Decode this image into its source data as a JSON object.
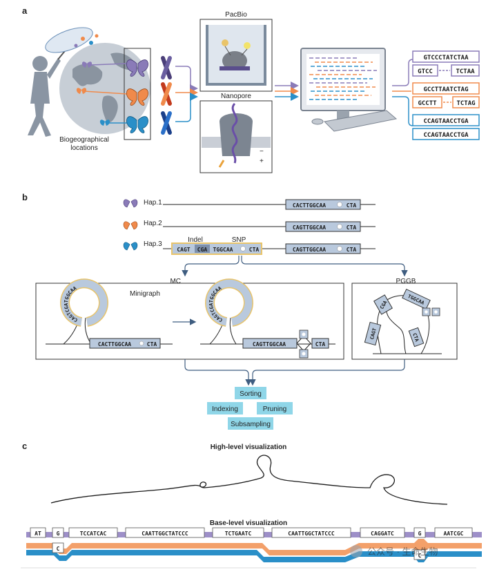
{
  "panels": {
    "a": "a",
    "b": "b",
    "c": "c"
  },
  "panel_a": {
    "location_label_1": "Biogeographical",
    "location_label_2": "locations",
    "pacbio": "PacBio",
    "nanopore": "Nanopore",
    "reads": [
      [
        "GTCCCTATCTAA",
        "GTCC",
        "TCTAA"
      ],
      [
        "GCCTTAATCTAG",
        "GCCTT",
        "TCTAG"
      ],
      [
        "CCAGTAACCTGA",
        "CCAGTAACCTGA"
      ]
    ]
  },
  "panel_b": {
    "haplotypes": [
      "Hap.1",
      "Hap.2",
      "Hap.3"
    ],
    "hap_seqs": [
      "CACTTGGCAA",
      "CAGTTGGCAA",
      "CAGTTGGCAA"
    ],
    "hap_tail": "CTA",
    "hap3_var_prefix": "CAGT",
    "hap3_var_indel": "CGA",
    "hap3_var_suffix": "TGGCAA",
    "indel": "Indel",
    "snp": "SNP",
    "mc": "MC",
    "pggb": "PGGB",
    "minigraph": "Minigraph",
    "mg_left_seq": "CACTTGGCAA",
    "mg_left_tail": "CTA",
    "mg_right_seq": "CAGTTGGCAA",
    "mg_right_tail": "CTA",
    "loop_seq": "CAGTCGATGGCAA",
    "loop_tail": "CTA",
    "pggb_cga": "CGA",
    "pggb_tgg": "TGGCAA",
    "pggb_cagt": "CAGT",
    "pggb_cta": "CTA",
    "steps": [
      "Sorting",
      "Indexing",
      "Pruning",
      "Subsampling"
    ]
  },
  "panel_c": {
    "high_level": "High-level visualization",
    "base_level": "Base-level visualization",
    "segments": [
      "AT",
      "G",
      "TCCATCAC",
      "CAATTGGCTATCCC",
      "TCTGAATC",
      "CAATTGGCTATCCC",
      "CAGGATC",
      "G",
      "AATCGC"
    ],
    "variant_c": "C"
  },
  "watermark": "公众号 · 生命生物",
  "colors": {
    "purple": "#8a7bb8",
    "orange": "#f08a4b",
    "blue": "#2a8fc8",
    "box_blue": "#b9c9dd",
    "step_cyan": "#8fd6e8",
    "gold": "#e9c46a"
  }
}
